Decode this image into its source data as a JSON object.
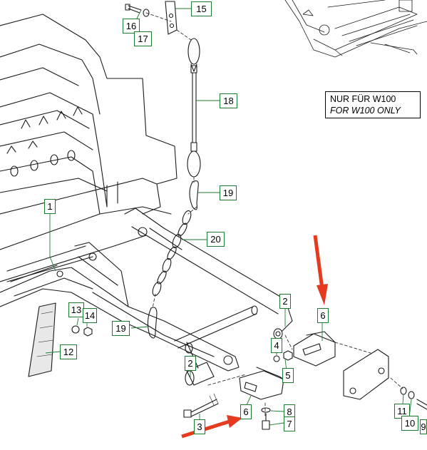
{
  "note": {
    "line1": "NUR FÜR W100",
    "line2": "FOR W100 ONLY"
  },
  "callouts": [
    {
      "id": "c15",
      "label": "15"
    },
    {
      "id": "c16",
      "label": "16"
    },
    {
      "id": "c17",
      "label": "17"
    },
    {
      "id": "c18",
      "label": "18"
    },
    {
      "id": "c19a",
      "label": "19"
    },
    {
      "id": "c20",
      "label": "20"
    },
    {
      "id": "c1",
      "label": "1"
    },
    {
      "id": "c2a",
      "label": "2"
    },
    {
      "id": "c6a",
      "label": "6"
    },
    {
      "id": "c13",
      "label": "13"
    },
    {
      "id": "c14",
      "label": "14"
    },
    {
      "id": "c19b",
      "label": "19"
    },
    {
      "id": "c12",
      "label": "12"
    },
    {
      "id": "c4",
      "label": "4"
    },
    {
      "id": "c5",
      "label": "5"
    },
    {
      "id": "c2b",
      "label": "2"
    },
    {
      "id": "c6b",
      "label": "6"
    },
    {
      "id": "c8",
      "label": "8"
    },
    {
      "id": "c7",
      "label": "7"
    },
    {
      "id": "c3",
      "label": "3"
    },
    {
      "id": "c11",
      "label": "11"
    },
    {
      "id": "c10",
      "label": "10"
    },
    {
      "id": "c9",
      "label": "9"
    }
  ],
  "colors": {
    "line": "#1a1a1a",
    "callout_border": "#1e7a2e",
    "arrow": "#e53a1e"
  }
}
